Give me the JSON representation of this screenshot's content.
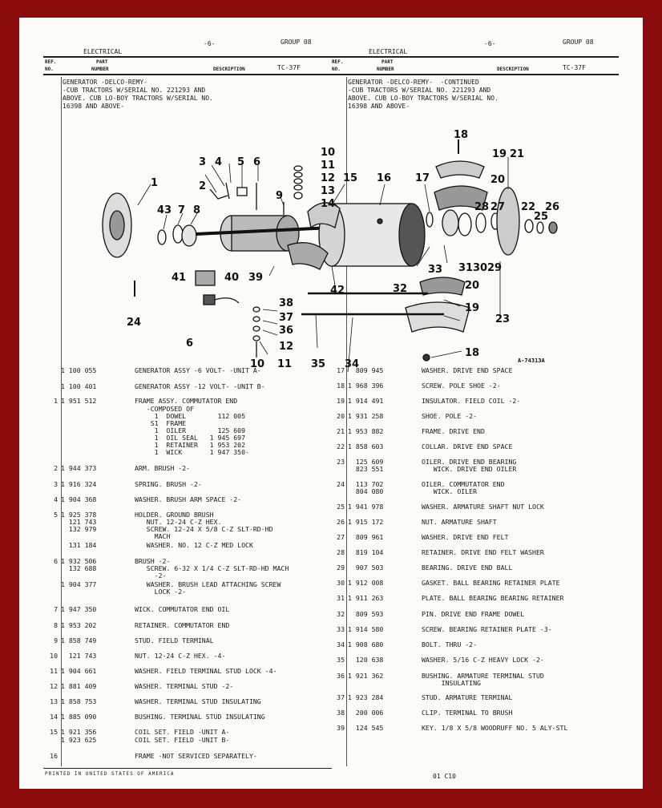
{
  "header": {
    "left": {
      "section": "ELECTRICAL",
      "page": "-6-",
      "group": "GROUP 08",
      "ref": "REF.",
      "no": "NO.",
      "part": "PART",
      "number": "NUMBER",
      "description": "DESCRIPTION",
      "code": "TC-37F"
    },
    "right": {
      "section": "ELECTRICAL",
      "page": "-6-",
      "group": "GROUP 08",
      "ref": "REF.",
      "no": "NO.",
      "part": "PART",
      "number": "NUMBER",
      "description": "DESCRIPTION",
      "code": "TC-37F"
    }
  },
  "titles": {
    "left": [
      "GENERATOR -DELCO-REMY-",
      "-CUB TRACTORS W/SERIAL NO. 221293 AND",
      "ABOVE. CUB LO-BOY TRACTORS W/SERIAL NO.",
      "16398 AND ABOVE-"
    ],
    "right": [
      "GENERATOR -DELCO-REMY-  -CONTINUED",
      "-CUB TRACTORS W/SERIAL NO. 221293 AND",
      "ABOVE. CUB LO-BOY TRACTORS W/SERIAL NO.",
      "16398 AND ABOVE-"
    ]
  },
  "diagram": {
    "figure_id": "A-74313A",
    "callouts": [
      "1",
      "2",
      "3",
      "4",
      "5",
      "6",
      "7",
      "8",
      "9",
      "10",
      "11",
      "12",
      "13",
      "14",
      "15",
      "16",
      "17",
      "18",
      "19",
      "20",
      "21",
      "22",
      "23",
      "24",
      "25",
      "26",
      "27",
      "28",
      "29",
      "30",
      "31",
      "32",
      "33",
      "34",
      "35",
      "36",
      "37",
      "38",
      "39",
      "40",
      "41",
      "42",
      "43"
    ]
  },
  "parts_left": [
    {
      "ref": "",
      "part": "1 100 055",
      "desc": "GENERATOR ASSY -6 VOLT- -UNIT A-"
    },
    {
      "ref": "",
      "part": "1 100 401",
      "desc": "GENERATOR ASSY -12 VOLT- -UNIT B-"
    },
    {
      "ref": "1",
      "part": "1 951 512",
      "desc": "FRAME ASSY. COMMUTATOR END"
    },
    {
      "ref": "",
      "part": "",
      "desc": "   -COMPOSED OF"
    },
    {
      "ref": "",
      "part": "",
      "desc": "     1  DOWEL        112 005"
    },
    {
      "ref": "",
      "part": "",
      "desc": "    S1  FRAME"
    },
    {
      "ref": "",
      "part": "",
      "desc": "     1  OILER        125 609"
    },
    {
      "ref": "",
      "part": "",
      "desc": "     1  OIL SEAL   1 945 697"
    },
    {
      "ref": "",
      "part": "",
      "desc": "     1  RETAINER   1 953 202"
    },
    {
      "ref": "",
      "part": "",
      "desc": "     1  WICK       1 947 350-"
    },
    {
      "ref": "2",
      "part": "1 944 373",
      "desc": "ARM. BRUSH -2-"
    },
    {
      "ref": "3",
      "part": "1 916 324",
      "desc": "SPRING. BRUSH -2-"
    },
    {
      "ref": "4",
      "part": "1 904 368",
      "desc": "WASHER. BRUSH ARM SPACE -2-"
    },
    {
      "ref": "5",
      "part": "1 925 378",
      "desc": "HOLDER. GROUND BRUSH"
    },
    {
      "ref": "",
      "part": "  121 743",
      "desc": "   NUT. 12-24 C-Z HEX."
    },
    {
      "ref": "",
      "part": "  132 979",
      "desc": "   SCREW. 12-24 X 5/8 C-Z SLT-RD-HD"
    },
    {
      "ref": "",
      "part": "",
      "desc": "     MACH"
    },
    {
      "ref": "",
      "part": "  131 184",
      "desc": "   WASHER. NO. 12 C-Z MED LOCK"
    },
    {
      "ref": "6",
      "part": "1 932 506",
      "desc": "BRUSH -2-"
    },
    {
      "ref": "",
      "part": "  132 688",
      "desc": "   SCREW. 6-32 X 1/4 C-Z SLT-RD-HD MACH"
    },
    {
      "ref": "",
      "part": "",
      "desc": "     -2-"
    },
    {
      "ref": "",
      "part": "1 904 377",
      "desc": "   WASHER. BRUSH LEAD ATTACHING SCREW"
    },
    {
      "ref": "",
      "part": "",
      "desc": "     LOCK -2-"
    },
    {
      "ref": "7",
      "part": "1 947 350",
      "desc": "WICK. COMMUTATOR END OIL"
    },
    {
      "ref": "8",
      "part": "1 953 202",
      "desc": "RETAINER. COMMUTATOR END"
    },
    {
      "ref": "9",
      "part": "1 858 749",
      "desc": "STUD. FIELD TERMINAL"
    },
    {
      "ref": "10",
      "part": "  121 743",
      "desc": "NUT. 12-24 C-Z HEX. -4-"
    },
    {
      "ref": "11",
      "part": "1 904 661",
      "desc": "WASHER. FIELD TERMINAL STUD LOCK -4-"
    },
    {
      "ref": "12",
      "part": "1 881 409",
      "desc": "WASHER. TERMINAL STUD -2-"
    },
    {
      "ref": "13",
      "part": "1 858 753",
      "desc": "WASHER. TERMINAL STUD INSULATING"
    },
    {
      "ref": "14",
      "part": "1 885 090",
      "desc": "BUSHING. TERMINAL STUD INSULATING"
    },
    {
      "ref": "15",
      "part": "1 921 356",
      "desc": "COIL SET. FIELD -UNIT A-"
    },
    {
      "ref": "",
      "part": "1 923 625",
      "desc": "COIL SET. FIELD -UNIT B-"
    },
    {
      "ref": "16",
      "part": "",
      "desc": "FRAME -NOT SERVICED SEPARATELY-"
    }
  ],
  "parts_right": [
    {
      "ref": "17",
      "part": "  809 945",
      "desc": "WASHER. DRIVE END SPACE"
    },
    {
      "ref": "18",
      "part": "1 968 396",
      "desc": "SCREW. POLE SHOE -2-"
    },
    {
      "ref": "19",
      "part": "1 914 491",
      "desc": "INSULATOR. FIELD COIL -2-"
    },
    {
      "ref": "20",
      "part": "1 931 258",
      "desc": "SHOE. POLE -2-"
    },
    {
      "ref": "21",
      "part": "1 953 882",
      "desc": "FRAME. DRIVE END"
    },
    {
      "ref": "22",
      "part": "1 858 603",
      "desc": "COLLAR. DRIVE END SPACE"
    },
    {
      "ref": "23",
      "part": "  125 609",
      "desc": "OILER. DRIVE END BEARING"
    },
    {
      "ref": "",
      "part": "  823 551",
      "desc": "   WICK. DRIVE END OILER"
    },
    {
      "ref": "24",
      "part": "  113 702",
      "desc": "OILER. COMMUTATOR END"
    },
    {
      "ref": "",
      "part": "  804 080",
      "desc": "   WICK. OILER"
    },
    {
      "ref": "25",
      "part": "1 941 978",
      "desc": "WASHER. ARMATURE SHAFT NUT LOCK"
    },
    {
      "ref": "26",
      "part": "1 915 172",
      "desc": "NUT. ARMATURE SHAFT"
    },
    {
      "ref": "27",
      "part": "  809 961",
      "desc": "WASHER. DRIVE END FELT"
    },
    {
      "ref": "28",
      "part": "  819 104",
      "desc": "RETAINER. DRIVE END FELT WASHER"
    },
    {
      "ref": "29",
      "part": "  907 503",
      "desc": "BEARING. DRIVE END BALL"
    },
    {
      "ref": "30",
      "part": "1 912 008",
      "desc": "GASKET. BALL BEARING RETAINER PLATE"
    },
    {
      "ref": "31",
      "part": "1 911 263",
      "desc": "PLATE. BALL BEARING BEARING RETAINER"
    },
    {
      "ref": "32",
      "part": "  809 593",
      "desc": "PIN. DRIVE END FRAME DOWEL"
    },
    {
      "ref": "33",
      "part": "1 914 580",
      "desc": "SCREW. BEARING RETAINER PLATE -3-"
    },
    {
      "ref": "34",
      "part": "1 908 680",
      "desc": "BOLT. THRU -2-"
    },
    {
      "ref": "35",
      "part": "  120 638",
      "desc": "WASHER. 5/16 C-Z HEAVY LOCK -2-"
    },
    {
      "ref": "36",
      "part": "1 921 362",
      "desc": "BUSHING. ARMATURE TERMINAL STUD"
    },
    {
      "ref": "",
      "part": "",
      "desc": "     INSULATING"
    },
    {
      "ref": "37",
      "part": "1 923 284",
      "desc": "STUD. ARMATURE TERMINAL"
    },
    {
      "ref": "38",
      "part": "  200 006",
      "desc": "CLIP. TERMINAL TO BRUSH"
    },
    {
      "ref": "39",
      "part": "  124 545",
      "desc": "KEY. 1/8 X 5/8 WOODRUFF NO. 5 ALY-STL"
    }
  ],
  "footer": {
    "printed": "PRINTED IN UNITED STATES OF AMERICA",
    "code": "01 C10"
  }
}
